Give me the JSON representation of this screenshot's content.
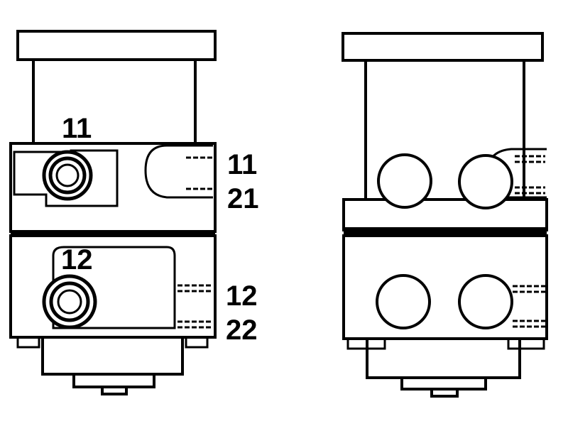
{
  "left_view": {
    "callouts": {
      "upper_port": "11",
      "upper_side_top": "11",
      "upper_side_bottom": "21",
      "lower_port": "12",
      "lower_side_top": "12",
      "lower_side_bottom": "22"
    }
  }
}
